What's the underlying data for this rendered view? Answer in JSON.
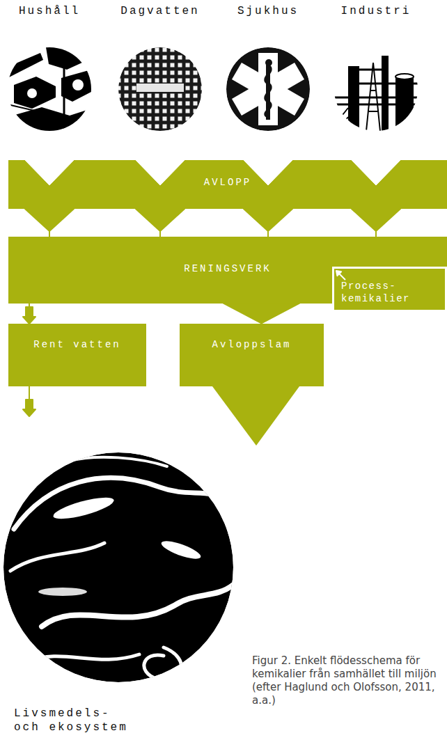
{
  "diagram": {
    "caption": "Figur 2. Enkelt flödesschema för kemikalier från samhället till miljön (efter Haglund och Olofsson, 2011, a.a.)",
    "nodes": [
      {
        "text": [
          "Hushåll"
        ]
      },
      {
        "text": [
          "Dagvatten"
        ]
      },
      {
        "text": [
          "Sjukhus"
        ]
      },
      {
        "text": [
          "Industri"
        ]
      },
      {
        "text": [
          "AVLOPP"
        ]
      },
      {
        "text": [
          "RENINGSVERK"
        ]
      },
      {
        "text": [
          "Process-kemikalier"
        ]
      },
      {
        "text": [
          "Rent vatten"
        ]
      },
      {
        "text": [
          "Avloppslam"
        ]
      },
      {
        "text": [
          "Livsmedels- och ekosystem"
        ]
      }
    ],
    "edges": [
      {
        "from": 0,
        "to": 4,
        "arrow": "to"
      },
      {
        "from": 1,
        "to": 4,
        "arrow": "to"
      },
      {
        "from": 2,
        "to": 4,
        "arrow": "to"
      },
      {
        "from": 3,
        "to": 4,
        "arrow": "to"
      },
      {
        "from": 4,
        "to": 5,
        "arrow": "to"
      },
      {
        "from": 6,
        "to": 5,
        "arrow": "to"
      },
      {
        "from": 5,
        "to": 7,
        "arrow": "to"
      },
      {
        "from": 5,
        "to": 8,
        "arrow": "to"
      },
      {
        "from": 7,
        "to": 9,
        "arrow": "to"
      }
    ]
  }
}
